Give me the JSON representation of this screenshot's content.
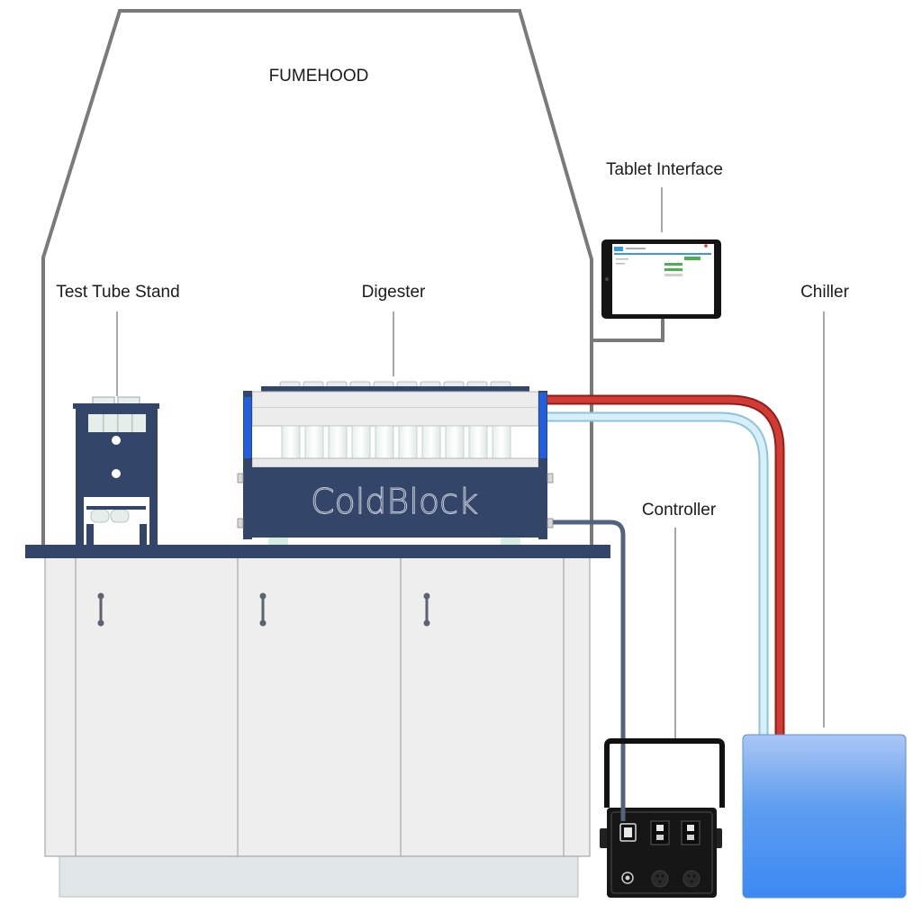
{
  "labels": {
    "fumehood": "FUMEHOOD",
    "tablet": "Tablet Interface",
    "test_tube_stand": "Test Tube Stand",
    "digester": "Digester",
    "chiller": "Chiller",
    "controller": "Controller"
  },
  "digester_brand": "ColdBlock",
  "colors": {
    "outline": "#7a7a7a",
    "navy": "#33466a",
    "accent_blue": "#1f5fe0",
    "hot_line": "#d23b33",
    "cold_line": "#a9d9f2",
    "signal_line": "#5b6d8e",
    "cabinet": "#eeeeee",
    "chiller_top": "#a9c6f5",
    "chiller_bottom": "#3d8bf2"
  }
}
